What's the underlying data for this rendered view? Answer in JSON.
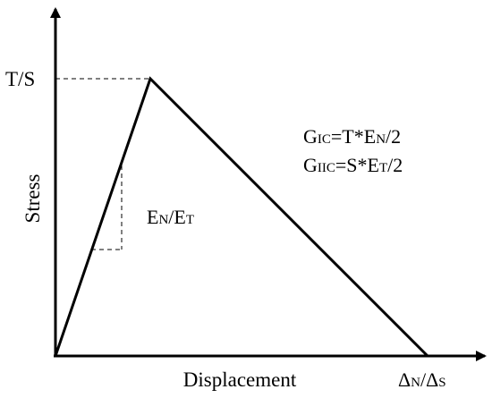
{
  "diagram": {
    "y_axis_label": "Stress",
    "x_axis_label": "Displacement",
    "peak_label": "T/S",
    "slope_label": {
      "main1": "E",
      "sub1": "N",
      "sep": "/E",
      "sub2": "T"
    },
    "end_label": {
      "delta1": "Δ",
      "sub1": "N",
      "sep": "/Δ",
      "sub2": "S"
    },
    "equation_1": {
      "main": "G",
      "sub": "IC",
      "rest": "=T*E",
      "sub2": "N",
      "tail": "/2"
    },
    "equation_2": {
      "main": "G",
      "sub": "IIC",
      "rest": "=S*E",
      "sub2": "T",
      "tail": "/2"
    },
    "colors": {
      "line": "#000000",
      "background": "#ffffff"
    }
  }
}
